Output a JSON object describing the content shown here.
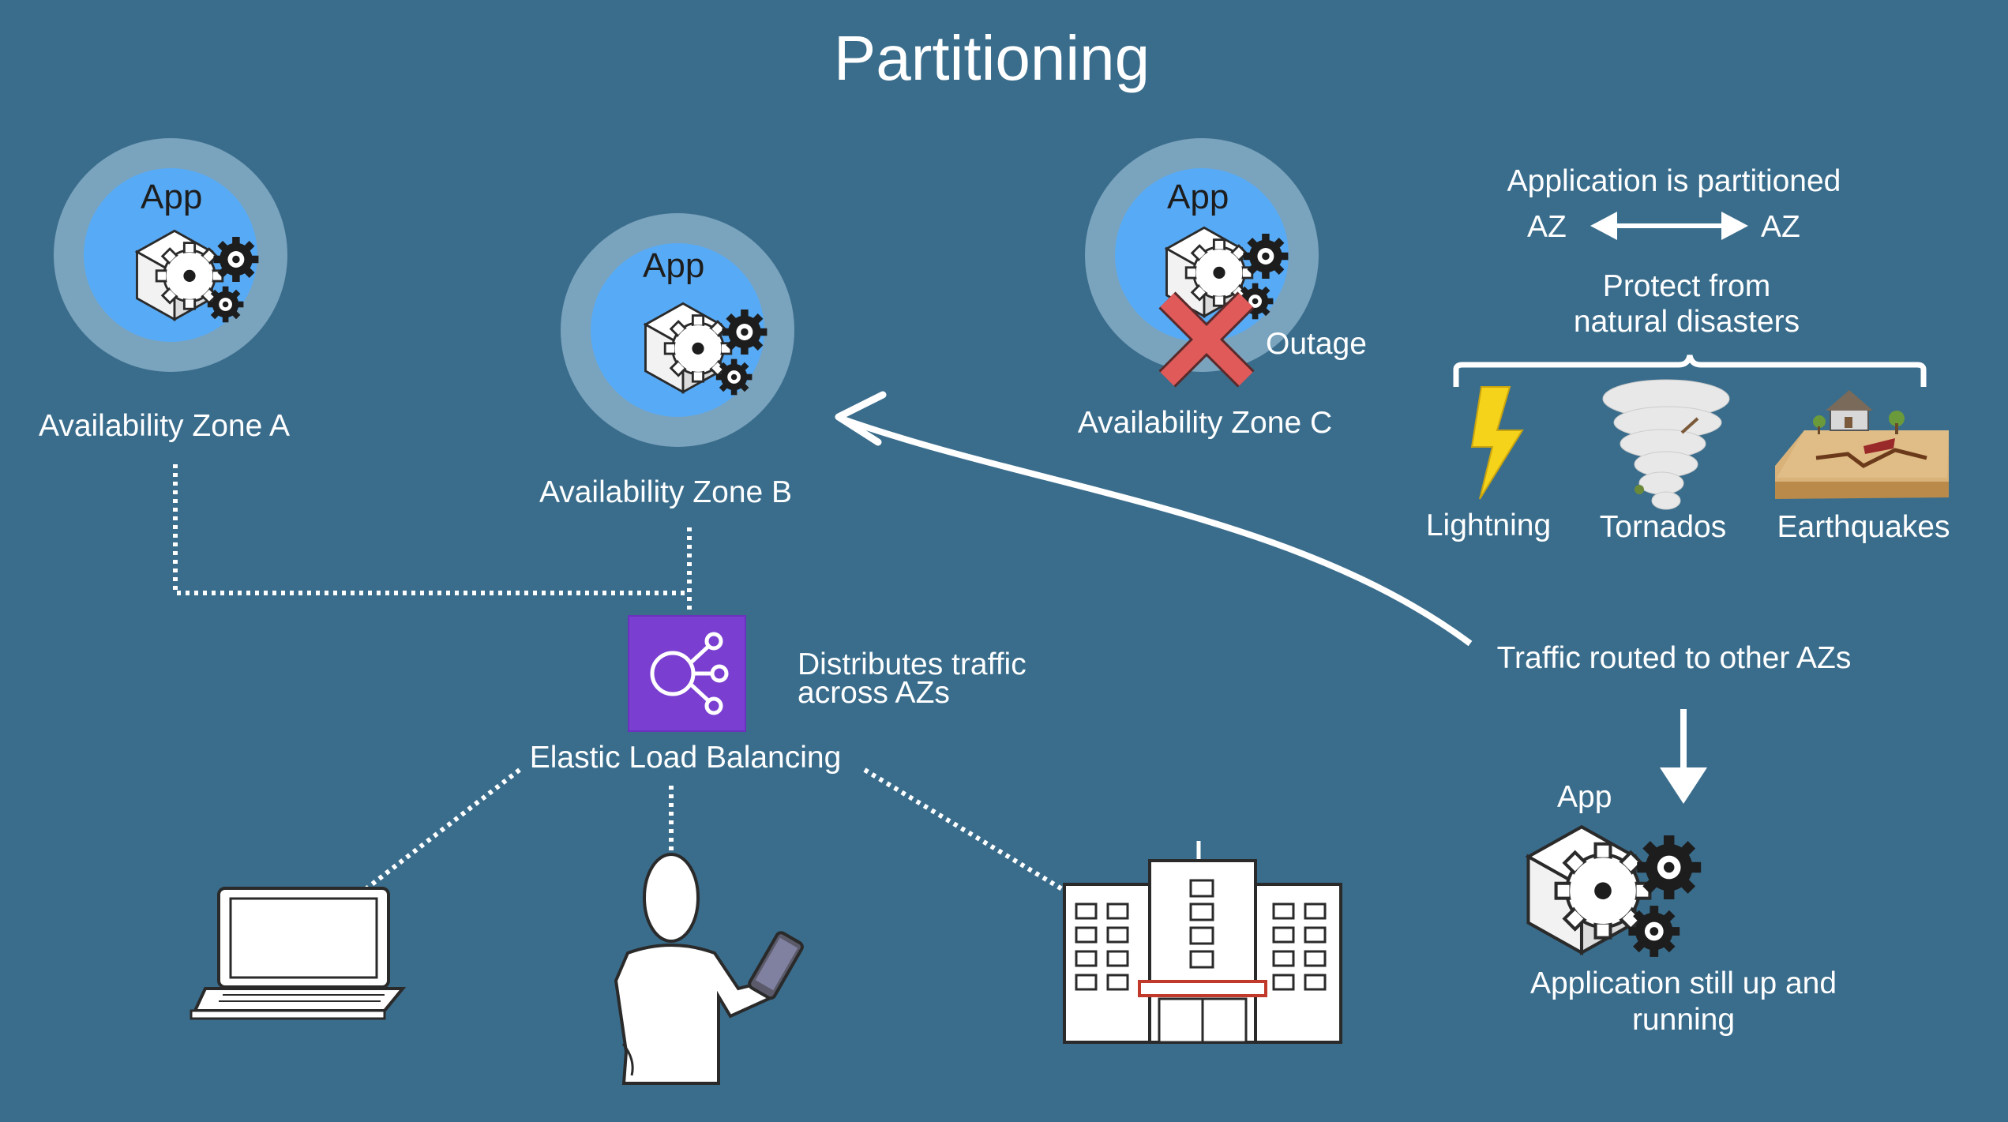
{
  "slide": {
    "title": "Partitioning",
    "background_color": "#3a6d8c"
  },
  "zones": [
    {
      "name": "Availability Zone A",
      "app_label": "App",
      "status": "ok"
    },
    {
      "name": "Availability Zone B",
      "app_label": "App",
      "status": "ok"
    },
    {
      "name": "Availability Zone C",
      "app_label": "App",
      "status": "outage",
      "status_label": "Outage"
    }
  ],
  "load_balancer": {
    "name": "Elastic Load Balancing",
    "description_line1": "Distributes traffic",
    "description_line2": "across AZs",
    "icon": "elastic-load-balancing-icon",
    "icon_color": "#7a3fd1"
  },
  "clients": [
    {
      "icon": "laptop-icon"
    },
    {
      "icon": "mobile-user-icon"
    },
    {
      "icon": "office-building-icon"
    }
  ],
  "partition_info": {
    "heading": "Application is partitioned",
    "left_az": "AZ",
    "right_az": "AZ",
    "protect_line1": "Protect from",
    "protect_line2": "natural disasters",
    "disasters": [
      {
        "label": "Lightning",
        "icon": "lightning-icon"
      },
      {
        "label": "Tornados",
        "icon": "tornado-icon"
      },
      {
        "label": "Earthquakes",
        "icon": "earthquake-icon"
      }
    ]
  },
  "failover": {
    "routing_label": "Traffic routed to other AZs",
    "app_label": "App",
    "result_line1": "Application still up and",
    "result_line2": "running"
  },
  "colors": {
    "zone_outer_ring": "#7aa3bd",
    "zone_inner_circle": "#57aaf5",
    "outage_x": "#e05a5a",
    "lightning": "#f5d31a"
  }
}
